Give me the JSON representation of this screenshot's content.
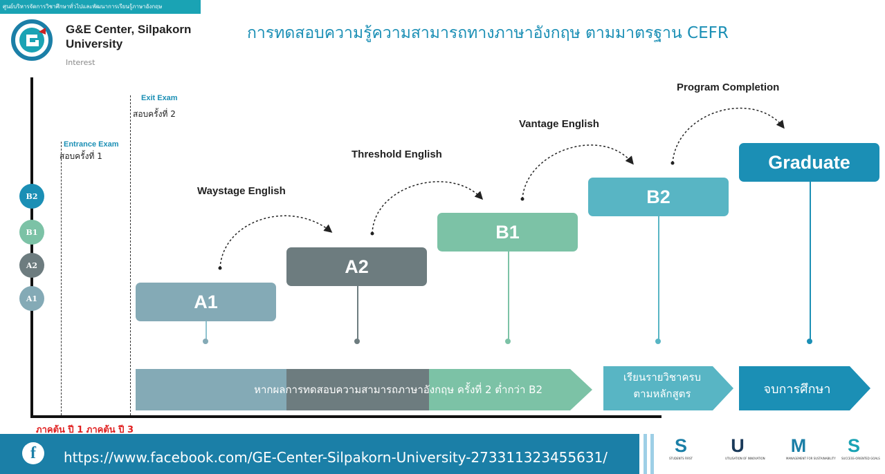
{
  "header": {
    "banner": "ศูนย์บริหารจัดการวิชาศึกษาทั่วไปและพัฒนาการเรียนรู้ภาษาอังกฤษ",
    "org_line1": "G&E Center, Silpakorn University",
    "org_line3": "Interest",
    "title": "การทดสอบความรู้ความสามารถทางภาษาอังกฤษ ตามมาตรฐาน CEFR"
  },
  "levels": [
    "B2",
    "B1",
    "A2",
    "A1"
  ],
  "exams": {
    "entrance_name": "Entrance Exam",
    "entrance_sub": "สอบครั้งที่ 1",
    "exit_name": "Exit Exam",
    "exit_sub": "สอบครั้งที่ 2"
  },
  "boxes": [
    "A1",
    "A2",
    "B1",
    "B2",
    "Graduate"
  ],
  "stages": [
    "Waystage English",
    "Threshold English",
    "Vantage English",
    "Program Completion"
  ],
  "bars": {
    "main": "หากผลการทดสอบความสามารถภาษาอังกฤษ ครั้งที่ 2 ต่ำกว่า B2",
    "course_line1": "เรียนรายวิชาครบ",
    "course_line2": "ตามหลักสูตร",
    "graduate": "จบการศึกษา"
  },
  "semesters": "ภาคต้น ปี 1   ภาคต้น ปี 3",
  "footer": {
    "fb_icon": "f",
    "url": "https://www.facebook.com/GE-Center-Silpakorn-University-273311323455631/"
  },
  "sums": [
    {
      "letter": "S",
      "text": "STUDENTS FIRST",
      "color": "#1b7fa7"
    },
    {
      "letter": "U",
      "text": "UTILISATION OF INNOVATION",
      "color": "#1a3a5a"
    },
    {
      "letter": "M",
      "text": "MANAGEMENT FOR SUSTAINABILITY",
      "color": "#1b7fa7"
    },
    {
      "letter": "S",
      "text": "SUCCESS-ORIENTED GOALS",
      "color": "#1aa3b4"
    }
  ],
  "colors": {
    "A1": "#84aab6",
    "A2": "#6d7c7f",
    "B1": "#7cc2a6",
    "B2": "#58b5c4",
    "Graduate": "#1b8fb5",
    "accent": "#1b8fb5"
  }
}
